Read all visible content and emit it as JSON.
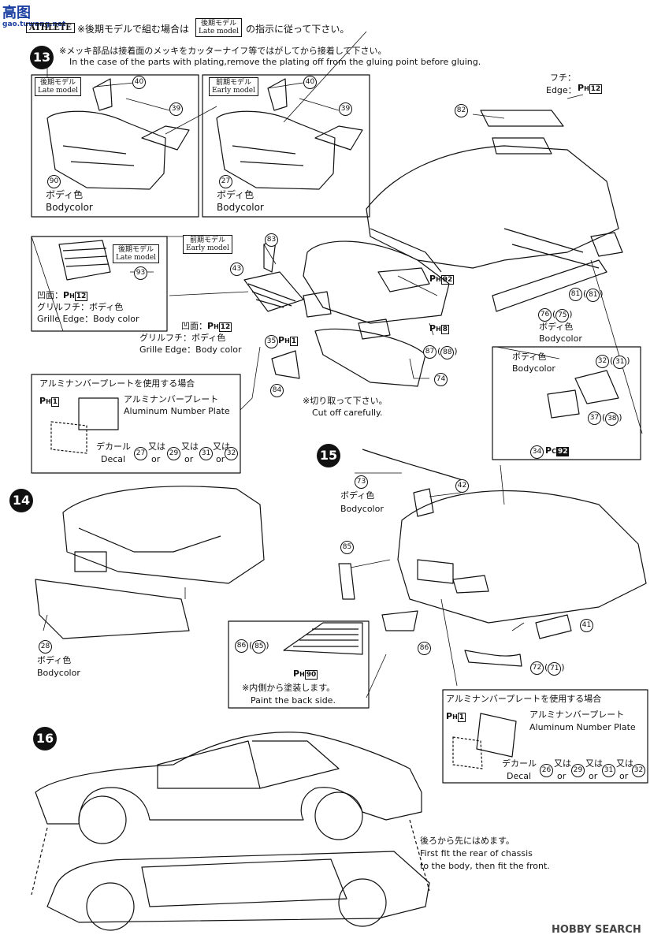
{
  "header": {
    "watermark_title": "高图",
    "watermark_url": "gao.tuwang.net",
    "athlete_badge": "ATHLETE",
    "note_prefix": "※後期モデルで組む場合は",
    "note_tag_jp": "後期モデル",
    "note_tag_en": "Late model",
    "note_suffix": "の指示に従って下さい。"
  },
  "step13": {
    "number": "13",
    "note_jp": "※メッキ部品は接着面のメッキをカッターナイフ等ではがしてから接着して下さい。",
    "note_en": "In the case of the parts with plating,remove the plating off from the gluing point before gluing.",
    "late_box": {
      "tag_jp": "後期モデル",
      "tag_en": "Late model",
      "part_a": "40",
      "part_b": "39",
      "part_c": "90",
      "color_jp": "ボディ色",
      "color_en": "Bodycolor"
    },
    "early_box": {
      "tag_jp": "前期モデル",
      "tag_en": "Early model",
      "part_a": "40",
      "part_b": "39",
      "part_c": "27",
      "color_jp": "ボディ色",
      "color_en": "Bodycolor"
    },
    "grille_box": {
      "tag_jp": "後期モデル",
      "tag_en": "Late model",
      "part": "93",
      "line1": "凹面：",
      "paint1": "12",
      "line2": "グリルフチ：ボディ色",
      "line3": "Grille Edge：Body color"
    },
    "early_tag": {
      "jp": "前期モデル",
      "en": "Early model"
    },
    "grille_early": {
      "part": "43",
      "line1": "凹面：",
      "paint1": "12",
      "line2": "グリルフチ：ボディ色",
      "line3": "Grille Edge：Body color"
    },
    "part35": {
      "num": "35",
      "paint": "1"
    },
    "part83": "83",
    "part84": "84",
    "part92_paint": "92",
    "part8_paint": "8",
    "part87": {
      "num": "87",
      "alt": "88"
    },
    "part74": "74",
    "cut_note_jp": "※切り取って下さい。",
    "cut_note_en": "Cut off carefully.",
    "roof": {
      "label_jp": "フチ：",
      "label_en": "Edge：",
      "paint": "12",
      "part": "82"
    },
    "side_skirt": {
      "part": "81",
      "alt": "81"
    },
    "part76": {
      "num": "76",
      "alt": "75",
      "color_jp": "ボディ色",
      "color_en": "Bodycolor"
    },
    "mirror_box": {
      "color_jp": "ボディ色",
      "color_en": "Bodycolor",
      "part_a": "32",
      "part_a_alt": "31",
      "part_b": "37",
      "part_b_alt": "38"
    },
    "plate_box": {
      "title": "アルミナンバープレートを使用する場合",
      "paint": "1",
      "plate_jp": "アルミナンバープレート",
      "plate_en": "Aluminum Number Plate",
      "decal_jp": "デカール",
      "decal_en": "Decal",
      "d1": "27",
      "or_jp": "又は",
      "or_en": "or",
      "d2": "29",
      "d3": "31",
      "d4": "32"
    }
  },
  "step14": {
    "number": "14",
    "part": "28",
    "color_jp": "ボディ色",
    "color_en": "Bodycolor"
  },
  "step15": {
    "number": "15",
    "antenna": {
      "part": "34",
      "paint": "92"
    },
    "part73": {
      "num": "73",
      "color_jp": "ボディ色",
      "color_en": "Bodycolor"
    },
    "part42": "42",
    "part85": "85",
    "part86": "86",
    "part41": "41",
    "part72": {
      "num": "72",
      "alt": "71"
    },
    "lens_box": {
      "num": "86",
      "alt": "85",
      "paint": "90",
      "note_jp": "※内側から塗装します。",
      "note_en": "Paint the back side."
    },
    "plate_box": {
      "title": "アルミナンバープレートを使用する場合",
      "paint": "1",
      "plate_jp": "アルミナンバープレート",
      "plate_en": "Aluminum Number Plate",
      "decal_jp": "デカール",
      "decal_en": "Decal",
      "d1": "26",
      "or_jp": "又は",
      "or_en": "or",
      "d2": "29",
      "d3": "31",
      "d4": "32"
    }
  },
  "step16": {
    "number": "16",
    "note_jp": "後ろから先にはめます。",
    "note_en1": "First fit the rear of chassis",
    "note_en2": "to the body, then fit the front."
  },
  "footer": {
    "logo": "HOBBY SEARCH"
  }
}
